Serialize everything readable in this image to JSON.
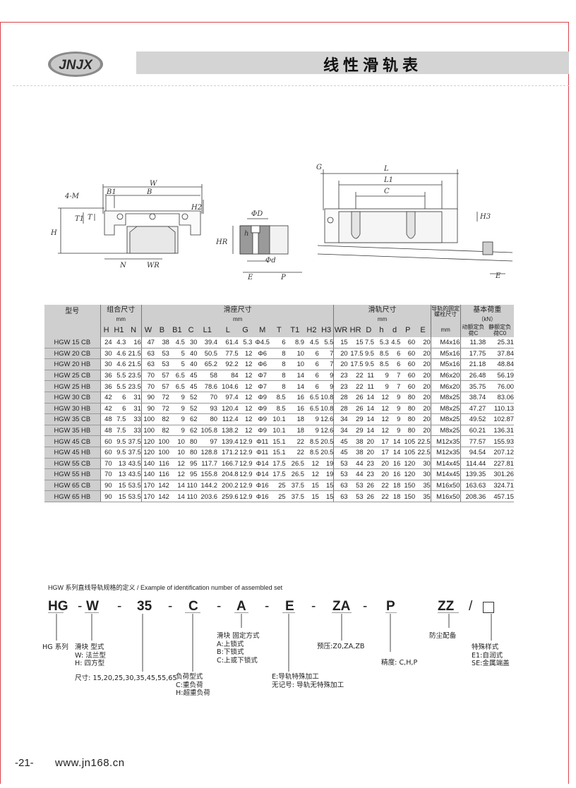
{
  "brand": "JNJX",
  "page_title": "线性滑轨表",
  "colors": {
    "frame": "#d9434d",
    "title_bar": "#d4d4d4",
    "header_fill": "#cfcfcf"
  },
  "diagram_labels": {
    "front": [
      "W",
      "B",
      "B1",
      "4-M",
      "T1",
      "T",
      "H2",
      "H",
      "N",
      "WR"
    ],
    "section": [
      "ΦD",
      "h",
      "HR",
      "Φd",
      "E",
      "P"
    ],
    "side": [
      "G",
      "L",
      "L1",
      "C",
      "H3",
      "E"
    ]
  },
  "table": {
    "group_headers": {
      "model": "型号",
      "assembly": "组合尺寸",
      "block": "滑座尺寸",
      "rail": "滑轨尺寸",
      "bolt": "导轨的固定螺栓尺寸",
      "load": "基本荷重"
    },
    "units": {
      "mm": "mm",
      "kn": "（kN）"
    },
    "sub_headers": {
      "assembly": [
        "H",
        "H1",
        "N"
      ],
      "block": [
        "W",
        "B",
        "B1",
        "C",
        "L1",
        "L",
        "G",
        "M",
        "T",
        "T1",
        "H2",
        "H3"
      ],
      "rail": [
        "WR",
        "HR",
        "D",
        "h",
        "d",
        "P",
        "E"
      ],
      "bolt": "mm",
      "dynamic": "动额定负荷C",
      "static": "静额定负荷C0"
    },
    "rows": [
      [
        "HGW 15 CB",
        "24",
        "4.3",
        "16",
        "47",
        "38",
        "4.5",
        "30",
        "39.4",
        "61.4",
        "5.3",
        "Φ4.5",
        "6",
        "8.9",
        "4.5",
        "5.5",
        "15",
        "15",
        "7.5",
        "5.3",
        "4.5",
        "60",
        "20",
        "M4x16",
        "11.38",
        "25.31"
      ],
      [
        "HGW 20 CB",
        "30",
        "4.6",
        "21.5",
        "63",
        "53",
        "5",
        "40",
        "50.5",
        "77.5",
        "12",
        "Φ6",
        "8",
        "10",
        "6",
        "7",
        "20",
        "17.5",
        "9.5",
        "8.5",
        "6",
        "60",
        "20",
        "M5x16",
        "17.75",
        "37.84"
      ],
      [
        "HGW 20 HB",
        "30",
        "4.6",
        "21.5",
        "63",
        "53",
        "5",
        "40",
        "65.2",
        "92.2",
        "12",
        "Φ6",
        "8",
        "10",
        "6",
        "7",
        "20",
        "17.5",
        "9.5",
        "8.5",
        "6",
        "60",
        "20",
        "M5x16",
        "21.18",
        "48.84"
      ],
      [
        "HGW 25 CB",
        "36",
        "5.5",
        "23.5",
        "70",
        "57",
        "6.5",
        "45",
        "58",
        "84",
        "12",
        "Φ7",
        "8",
        "14",
        "6",
        "9",
        "23",
        "22",
        "11",
        "9",
        "7",
        "60",
        "20",
        "M6x20",
        "26.48",
        "56.19"
      ],
      [
        "HGW 25 HB",
        "36",
        "5.5",
        "23.5",
        "70",
        "57",
        "6.5",
        "45",
        "78.6",
        "104.6",
        "12",
        "Φ7",
        "8",
        "14",
        "6",
        "9",
        "23",
        "22",
        "11",
        "9",
        "7",
        "60",
        "20",
        "M6x20",
        "35.75",
        "76.00"
      ],
      [
        "HGW 30 CB",
        "42",
        "6",
        "31",
        "90",
        "72",
        "9",
        "52",
        "70",
        "97.4",
        "12",
        "Φ9",
        "8.5",
        "16",
        "6.5",
        "10.8",
        "28",
        "26",
        "14",
        "12",
        "9",
        "80",
        "20",
        "M8x25",
        "38.74",
        "83.06"
      ],
      [
        "HGW 30 HB",
        "42",
        "6",
        "31",
        "90",
        "72",
        "9",
        "52",
        "93",
        "120.4",
        "12",
        "Φ9",
        "8.5",
        "16",
        "6.5",
        "10.8",
        "28",
        "26",
        "14",
        "12",
        "9",
        "80",
        "20",
        "M8x25",
        "47.27",
        "110.13"
      ],
      [
        "HGW 35 CB",
        "48",
        "7.5",
        "33",
        "100",
        "82",
        "9",
        "62",
        "80",
        "112.4",
        "12",
        "Φ9",
        "10.1",
        "18",
        "9",
        "12.6",
        "34",
        "29",
        "14",
        "12",
        "9",
        "80",
        "20",
        "M8x25",
        "49.52",
        "102.87"
      ],
      [
        "HGW 35 HB",
        "48",
        "7.5",
        "33",
        "100",
        "82",
        "9",
        "62",
        "105.8",
        "138.2",
        "12",
        "Φ9",
        "10.1",
        "18",
        "9",
        "12.6",
        "34",
        "29",
        "14",
        "12",
        "9",
        "80",
        "20",
        "M8x25",
        "60.21",
        "136.31"
      ],
      [
        "HGW 45 CB",
        "60",
        "9.5",
        "37.5",
        "120",
        "100",
        "10",
        "80",
        "97",
        "139.4",
        "12.9",
        "Φ11",
        "15.1",
        "22",
        "8.5",
        "20.5",
        "45",
        "38",
        "20",
        "17",
        "14",
        "105",
        "22.5",
        "M12x35",
        "77.57",
        "155.93"
      ],
      [
        "HGW 45 HB",
        "60",
        "9.5",
        "37.5",
        "120",
        "100",
        "10",
        "80",
        "128.8",
        "171.2",
        "12.9",
        "Φ11",
        "15.1",
        "22",
        "8.5",
        "20.5",
        "45",
        "38",
        "20",
        "17",
        "14",
        "105",
        "22.5",
        "M12x35",
        "94.54",
        "207.12"
      ],
      [
        "HGW 55 CB",
        "70",
        "13",
        "43.5",
        "140",
        "116",
        "12",
        "95",
        "117.7",
        "166.7",
        "12.9",
        "Φ14",
        "17.5",
        "26.5",
        "12",
        "19",
        "53",
        "44",
        "23",
        "20",
        "16",
        "120",
        "30",
        "M14x45",
        "114.44",
        "227.81"
      ],
      [
        "HGW 55 HB",
        "70",
        "13",
        "43.5",
        "140",
        "116",
        "12",
        "95",
        "155.8",
        "204.8",
        "12.9",
        "Φ14",
        "17.5",
        "26.5",
        "12",
        "19",
        "53",
        "44",
        "23",
        "20",
        "16",
        "120",
        "30",
        "M14x45",
        "139.35",
        "301.26"
      ],
      [
        "HGW 65 CB",
        "90",
        "15",
        "53.5",
        "170",
        "142",
        "14",
        "110",
        "144.2",
        "200.2",
        "12.9",
        "Φ16",
        "25",
        "37.5",
        "15",
        "15",
        "63",
        "53",
        "26",
        "22",
        "18",
        "150",
        "35",
        "M16x50",
        "163.63",
        "324.71"
      ],
      [
        "HGW 65 HB",
        "90",
        "15",
        "53.5",
        "170",
        "142",
        "14",
        "110",
        "203.6",
        "259.6",
        "12.9",
        "Φ16",
        "25",
        "37.5",
        "15",
        "15",
        "63",
        "53",
        "26",
        "22",
        "18",
        "150",
        "35",
        "M16x50",
        "208.36",
        "457.15"
      ]
    ]
  },
  "definition": {
    "caption": "HGW 系列直线导轨规格的定义 / Example of identification number of assembled set",
    "code": [
      "HG",
      "-",
      "W",
      "-",
      "35",
      "-",
      "C",
      "-",
      "A",
      "-",
      "E",
      "-",
      "ZA",
      "-",
      "P",
      "ZZ",
      "/"
    ],
    "labels": {
      "hg": "HG 系列",
      "type": [
        "滑块 型式",
        "W: 法兰型",
        "H: 四方型"
      ],
      "size": "尺寸: 15,20,25,30,35,45,55,65",
      "load": [
        "负荷型式",
        "C:重负荷",
        "H:超重负荷"
      ],
      "mount": [
        "滑块 固定方式",
        "A:上锁式",
        "B:下锁式",
        "C:上或下锁式"
      ],
      "rail": [
        "E:导轨特殊加工",
        "无记号: 导轨无特殊加工"
      ],
      "preload": "预压:Z0,ZA,ZB",
      "precision": "精度: C,H,P",
      "dust": "防尘配备",
      "special": [
        "特殊样式",
        "E1:自润式",
        "SE:金属端盖"
      ]
    }
  },
  "footer": {
    "page": "-21-",
    "url": "www.jn168.cn"
  }
}
